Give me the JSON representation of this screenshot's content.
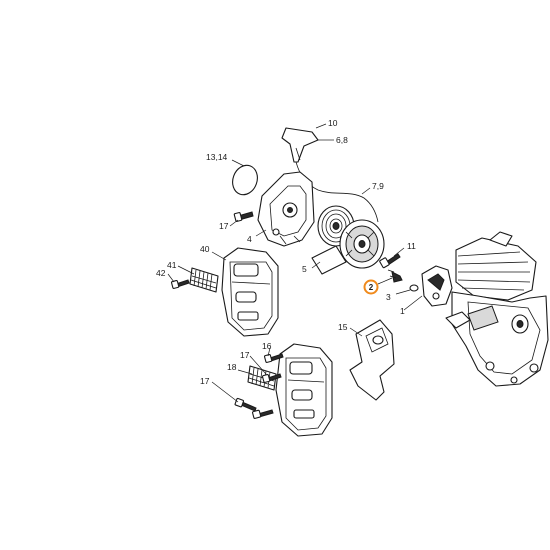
{
  "colors": {
    "highlight": "#f08a1c",
    "ink": "#1a1a1a",
    "background": "#ffffff"
  },
  "callouts": {
    "c10": "10",
    "c6_8": "6,8",
    "c13_14": "13,14",
    "c7_9": "7,9",
    "c17_top": "17",
    "c4": "4",
    "c5": "5",
    "c11": "11",
    "c40": "40",
    "c41": "41",
    "c42": "42",
    "c3": "3",
    "c1": "1",
    "c15": "15",
    "c16": "16",
    "c17_mid": "17",
    "c18": "18",
    "c17_bottom": "17"
  },
  "highlighted_part": {
    "label": "2"
  }
}
